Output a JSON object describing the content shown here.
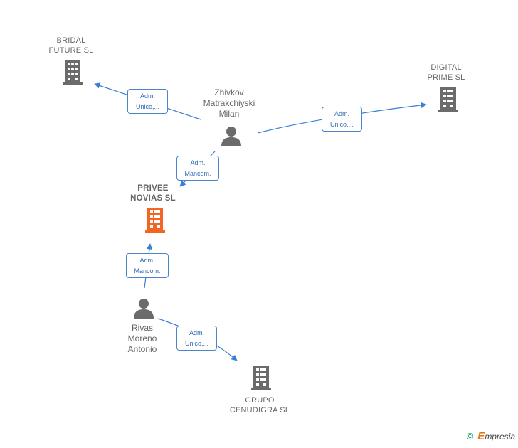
{
  "nodes": {
    "bridal": {
      "label": "BRIDAL\nFUTURE  SL",
      "type": "company"
    },
    "digital": {
      "label": "DIGITAL\nPRIME  SL",
      "type": "company"
    },
    "privee": {
      "label": "PRIVEE\nNOVIAS  SL",
      "type": "company",
      "main": true
    },
    "grupo": {
      "label": "GRUPO\nCENUDIGRA SL",
      "type": "company"
    },
    "zhivkov": {
      "label": "Zhivkov\nMatrakchiyski\nMilan",
      "type": "person"
    },
    "rivas": {
      "label": "Rivas\nMoreno\nAntonio",
      "type": "person"
    }
  },
  "edges": [
    {
      "from": "zhivkov",
      "to": "bridal",
      "label": "Adm.\nUnico,..."
    },
    {
      "from": "zhivkov",
      "to": "digital",
      "label": "Adm.\nUnico,..."
    },
    {
      "from": "zhivkov",
      "to": "privee",
      "label": "Adm.\nMancom."
    },
    {
      "from": "rivas",
      "to": "privee",
      "label": "Adm.\nMancom."
    },
    {
      "from": "rivas",
      "to": "grupo",
      "label": "Adm.\nUnico,..."
    }
  ],
  "colors": {
    "edge": "#3a7fd5",
    "company_icon": "#6b6b6b",
    "main_company_icon": "#f26522",
    "person_icon": "#6b6b6b"
  },
  "icons": {
    "company": "building-icon",
    "person": "person-icon"
  },
  "brand": {
    "copyright": "©",
    "name_first": "E",
    "name_rest": "mpresia"
  }
}
